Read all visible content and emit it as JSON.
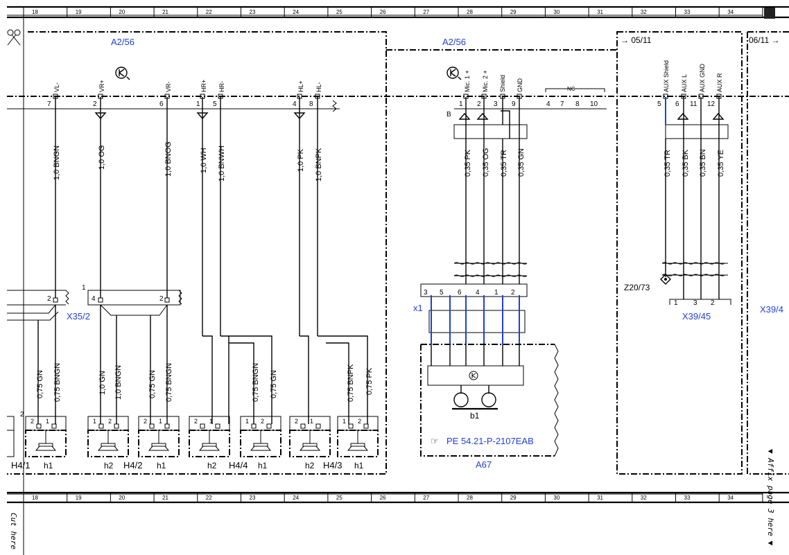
{
  "ruler": {
    "top": [
      "18",
      "19",
      "20",
      "21",
      "22",
      "23",
      "24",
      "25",
      "26",
      "27",
      "28",
      "29",
      "30",
      "31",
      "32",
      "33",
      "34"
    ],
    "bottom": [
      "18",
      "19",
      "20",
      "21",
      "22",
      "23",
      "24",
      "25",
      "26",
      "27",
      "28",
      "29",
      "30",
      "31",
      "32",
      "33",
      "34"
    ]
  },
  "modules": {
    "left": "A2/56",
    "right": "A2/56",
    "ref_a": "→ 05/11",
    "ref_b": "06/11 →"
  },
  "pin_labels": {
    "vl_minus": "VL-",
    "vr_plus": "VR+",
    "vr_minus": "VR-",
    "hr_plus": "HR+",
    "hr_minus": "HR-",
    "hl_plus": "HL+",
    "hl_minus": "HL-",
    "mic1": "Mic. 1 +",
    "mic2": "Mic. 2 +",
    "shield": "Shield",
    "gnd": "GND",
    "nc": "NC",
    "aux_shield": "AUX Shield",
    "aux_l": "AUX L",
    "aux_gnd": "AUX GND",
    "aux_r": "AUX R"
  },
  "pin_numbers": {
    "p7": "7",
    "p2": "2",
    "p6": "6",
    "p1": "1",
    "p5": "5",
    "p4": "4",
    "p8": "8",
    "m1": "1",
    "m2": "2",
    "m3": "3",
    "m9": "9",
    "m4": "4",
    "m7": "7",
    "m8": "8",
    "m10": "10",
    "a5": "5",
    "a6": "6",
    "a11": "11",
    "a12": "12",
    "b_label": "B"
  },
  "wires": {
    "w1": "1,0 BNGN",
    "w2": "1,0 OG",
    "w3": "1,0 BNOG",
    "w4": "1,0 WH",
    "w5": "1,0 BNWH",
    "w6": "1,0 PK",
    "w7": "1,0 BNPK",
    "m1": "0,35 PK",
    "m2": "0,35 OG",
    "m3": "0,35 TR",
    "m4": "0,35 GN",
    "a1": "0,35 TR",
    "a2": "0,35 BK",
    "a3": "0,35 BN",
    "a4": "0,35 YE",
    "s1": "0,75 GN",
    "s2": "0,75 BNGN",
    "s3": "1,0 GN",
    "s4": "1,0 BNGN",
    "s5": "0,75 GN",
    "s6": "0,75 BNGN",
    "s7": "0,75 BNGN",
    "s8": "0,75 GN",
    "s9": "0,75 BNPK",
    "s10": "0,75 PK"
  },
  "connectors": {
    "x35": "X35/2",
    "x1": "x1",
    "z20": "Z20/73",
    "x39_45": "X39/45",
    "x39_4": "X39/4",
    "x1_pins": [
      "3",
      "5",
      "6",
      "4",
      "1",
      "2"
    ],
    "x39_pins": [
      "1",
      "3",
      "2"
    ],
    "x35_p2a": "2",
    "x35_p1": "1",
    "x35_p4": "4",
    "x35_p2b": "2"
  },
  "components": {
    "h4_1": "H4/1",
    "h4_2": "H4/2",
    "h4_4": "H4/4",
    "h4_3": "H4/3",
    "h1a": "h1",
    "h2a": "h2",
    "h1b": "h1",
    "h2b": "h2",
    "h1c": "h1",
    "h2c": "h2",
    "h1d": "h1",
    "b1": "b1",
    "a67": "A67",
    "pe_ref": "PE 54.21-P-2107EAB",
    "pe_icon": "☞"
  },
  "spk_pins": [
    "2",
    "1",
    "1",
    "2",
    "2",
    "1",
    "2",
    "1",
    "1",
    "2",
    "2",
    "1",
    "1",
    "2"
  ],
  "margin": {
    "cut": "Cut here",
    "affix": "▼ Affix page 3 here ▼",
    "left_frag": "2"
  }
}
